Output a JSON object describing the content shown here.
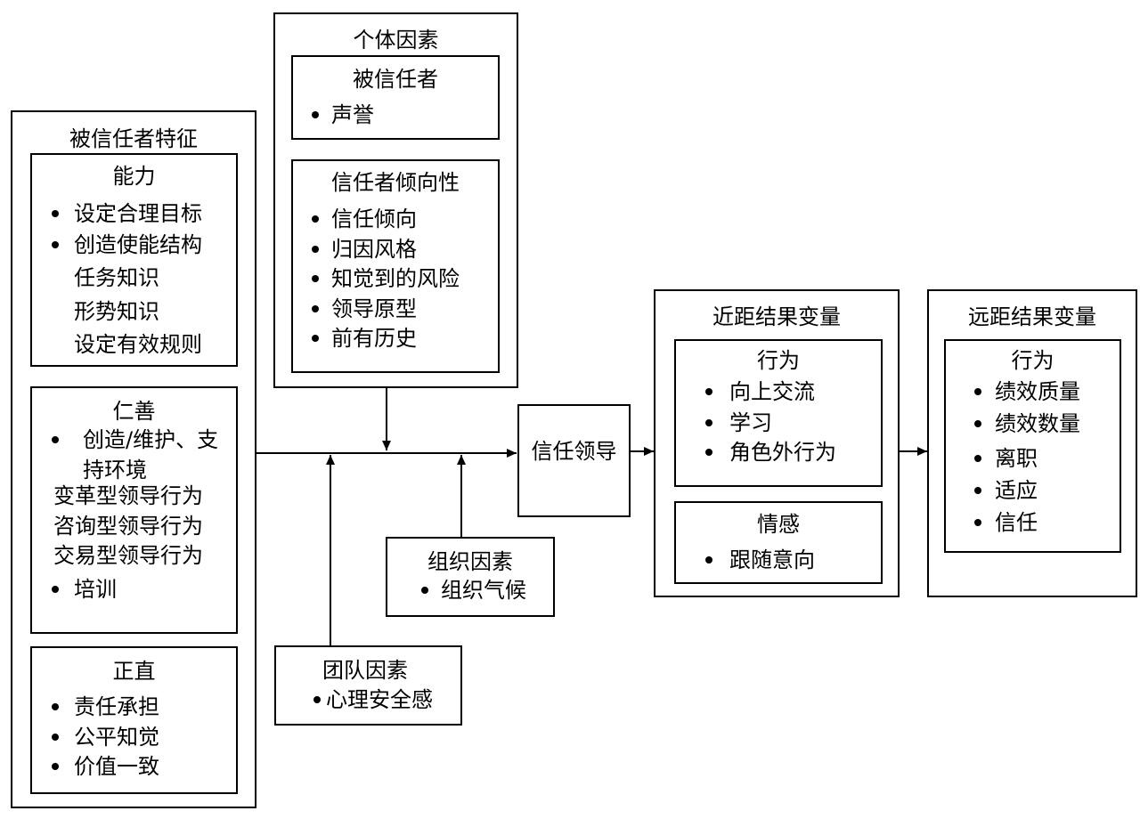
{
  "trustee_traits": {
    "title": "被信任者特征",
    "ability": {
      "title": "能力",
      "items": [
        "设定合理目标",
        "创造使能结构"
      ],
      "subitems": [
        "任务知识",
        "形势知识",
        "设定有效规则"
      ]
    },
    "benevolence": {
      "title": "仁善",
      "bullet1_line1": "创造/维护、支",
      "bullet1_line2": "持环境",
      "plain": [
        "变革型领导行为",
        "咨询型领导行为",
        "交易型领导行为"
      ],
      "bullet2": "培训"
    },
    "integrity": {
      "title": "正直",
      "items": [
        "责任承担",
        "公平知觉",
        "价值一致"
      ]
    }
  },
  "individual_factors": {
    "title": "个体因素",
    "trustee": {
      "title": "被信任者",
      "items": [
        "声誉"
      ]
    },
    "truster_propensity": {
      "title": "信任者倾向性",
      "items": [
        "信任倾向",
        "归因风格",
        "知觉到的风险",
        "领导原型",
        "前有历史"
      ]
    }
  },
  "org_factors": {
    "title": "组织因素",
    "items": [
      "组织气候"
    ]
  },
  "team_factors": {
    "title": "团队因素",
    "items": [
      "心理安全感"
    ]
  },
  "trust_leader": {
    "title": "信任领导"
  },
  "proximal": {
    "title": "近距结果变量",
    "behavior": {
      "title": "行为",
      "items": [
        "向上交流",
        "学习",
        "角色外行为"
      ]
    },
    "affect": {
      "title": "情感",
      "items": [
        "跟随意向"
      ]
    }
  },
  "distal": {
    "title": "远距结果变量",
    "behavior": {
      "title": "行为",
      "items": [
        "绩效质量",
        "绩效数量",
        "离职",
        "适应",
        "信任"
      ]
    }
  }
}
